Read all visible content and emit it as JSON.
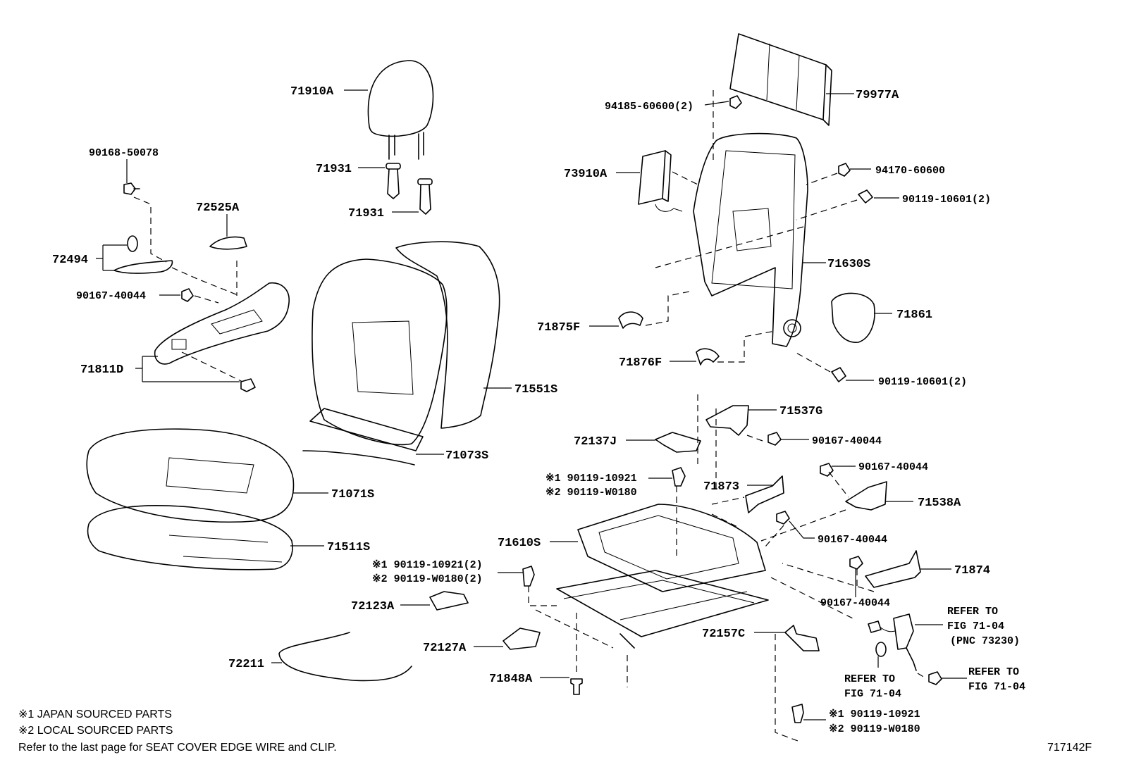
{
  "diagram_id": "717142F",
  "parts": {
    "p71910A": "71910A",
    "p71931a": "71931",
    "p71931b": "71931",
    "p90168": "90168-50078",
    "p72525A": "72525A",
    "p72494": "72494",
    "p90167a": "90167-40044",
    "p71811D": "71811D",
    "p71551S": "71551S",
    "p71073S": "71073S",
    "p71071S": "71071S",
    "p71511S": "71511S",
    "p72211": "72211",
    "p79977A": "79977A",
    "p94185": "94185-60600(2)",
    "p73910A": "73910A",
    "p94170": "94170-60600",
    "p90119a": "90119-10601(2)",
    "p71630S": "71630S",
    "p71861": "71861",
    "p71875F": "71875F",
    "p71876F": "71876F",
    "p90119b": "90119-10601(2)",
    "p71537G": "71537G",
    "p72137J": "72137J",
    "p90167b": "90167-40044",
    "p90167c": "90167-40044",
    "p71873": "71873",
    "p71538A": "71538A",
    "p90167d": "90167-40044",
    "p71610S": "71610S",
    "p71874": "71874",
    "p90167e": "90167-40044",
    "p72123A": "72123A",
    "p72127A": "72127A",
    "p72157C": "72157C",
    "p71848A": "71848A"
  },
  "alt_parts": {
    "a1_line1": "※1 90119-10921",
    "a1_line2": "※2 90119-W0180",
    "a2_line1": "※1 90119-10921(2)",
    "a2_line2": "※2 90119-W0180(2)",
    "a3_line1": "※1 90119-10921",
    "a3_line2": "※2 90119-W0180"
  },
  "refs": {
    "r1_line1": "REFER TO",
    "r1_line2": "FIG 71-04",
    "r1_line3": "(PNC 73230)",
    "r2_line1": "REFER TO",
    "r2_line2": "FIG 71-04",
    "r3_line1": "REFER TO",
    "r3_line2": "FIG 71-04"
  },
  "notes": {
    "japan": "※1 JAPAN SOURCED PARTS",
    "local": "※2 LOCAL SOURCED PARTS",
    "refer": "Refer to the last page for SEAT COVER EDGE WIRE and CLIP."
  }
}
